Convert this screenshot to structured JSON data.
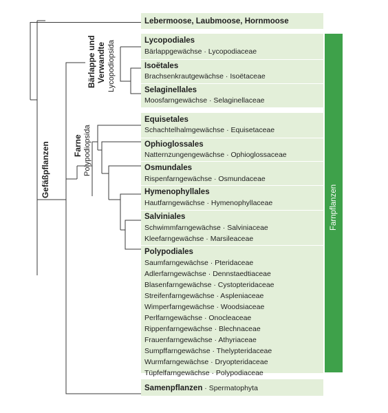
{
  "top_group": {
    "label": "Lebermoose, Laubmoose, Hornmoose"
  },
  "bottom_group": {
    "label": "Samenpflanzen",
    "sci": "Spermatophyta"
  },
  "side_bar": {
    "label": "Farnpflanzen",
    "color": "#3ea14a"
  },
  "box_color": "#e3efd9",
  "clade_labels": {
    "gefaesspflanzen": "Gefäßpflanzen",
    "baerlappe_line1": "Bärlappe und",
    "baerlappe_line2": "Verwandte",
    "lycopodiopsida": "Lycopodiopsida",
    "farne": "Farne",
    "polypodiopsida": "Polypodiopsida"
  },
  "orders": [
    {
      "name": "Lycopodiales",
      "families": [
        "Bärlappgewächse · Lycopodiaceae"
      ]
    },
    {
      "name": "Isoëtales",
      "families": [
        "Brachsenkrautgewächse · Isoëtaceae"
      ]
    },
    {
      "name": "Selaginellales",
      "families": [
        "Moosfarngewächse · Selaginellaceae"
      ]
    },
    {
      "name": "Equisetales",
      "families": [
        "Schachtelhalmgewächse · Equisetaceae"
      ]
    },
    {
      "name": "Ophioglossales",
      "families": [
        "Natternzungengewächse · Ophioglossaceae"
      ]
    },
    {
      "name": "Osmundales",
      "families": [
        "Rispenfarngewächse · Osmundaceae"
      ]
    },
    {
      "name": "Hymenophyllales",
      "families": [
        "Hautfarngewächse · Hymenophyllaceae"
      ]
    },
    {
      "name": "Salviniales",
      "families": [
        "Schwimmfarngewächse · Salviniaceae",
        "Kleefarngewächse · Marsileaceae"
      ]
    },
    {
      "name": "Polypodiales",
      "families": [
        "Saumfarngewächse · Pteridaceae",
        "Adlerfarngewächse · Dennstaedtiaceae",
        "Blasenfarngewächse · Cystopteridaceae",
        "Streifenfarngewächse · Aspleniaceae",
        "Wimperfarngewächse · Woodsiaceae",
        "Perlfarngewächse · Onocleaceae",
        "Rippenfarngewächse · Blechnaceae",
        "Frauenfarngewächse · Athyriaceae",
        "Sumpffarngewächse · Thelypteridaceae",
        "Wurmfarngewächse · Dryopteridaceae",
        "Tüpfelfarngewächse · Polypodiaceae"
      ]
    }
  ]
}
